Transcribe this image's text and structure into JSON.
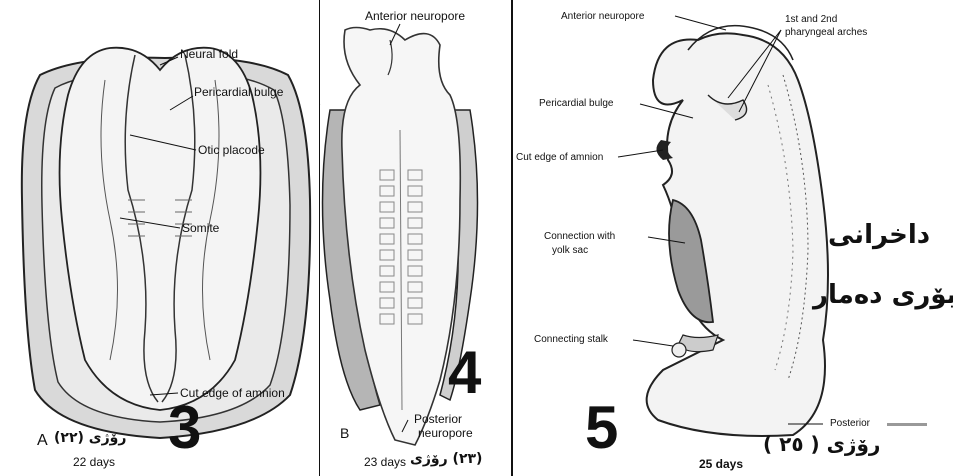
{
  "panel_a": {
    "labels": {
      "neural_fold": "Neural fold",
      "pericardial_bulge": "Pericardial bulge",
      "otic_placode": "Otic placode",
      "somite": "Somite",
      "cut_edge_amnion": "Cut edge of amnion"
    },
    "figure_number": "3",
    "letter": "A",
    "kurdish_day": "رۆژی (٢٢)",
    "days": "22 days"
  },
  "panel_b": {
    "labels": {
      "anterior_neuropore": "Anterior neuropore",
      "posterior_neuropore_1": "Posterior",
      "posterior_neuropore_2": "neuropore"
    },
    "figure_number": "4",
    "letter": "B",
    "days": "23 days",
    "kurdish_day": "(٢٣) رۆژی"
  },
  "panel_c": {
    "labels": {
      "anterior_neuropore": "Anterior neuropore",
      "pharyngeal_arches_1": "1st and 2nd",
      "pharyngeal_arches_2": "pharyngeal arches",
      "pericardial_bulge": "Pericardial bulge",
      "cut_edge_amnion": "Cut edge of amnion",
      "connection_yolk_1": "Connection with",
      "connection_yolk_2": "yolk sac",
      "connecting_stalk": "Connecting stalk",
      "posterior": "Posterior"
    },
    "kurdish_title_1": "داخرانی",
    "kurdish_title_2": "بۆری دەمار",
    "figure_number": "5",
    "days": "25 days",
    "kurdish_day": "رۆژی ( ٢٥ )"
  }
}
